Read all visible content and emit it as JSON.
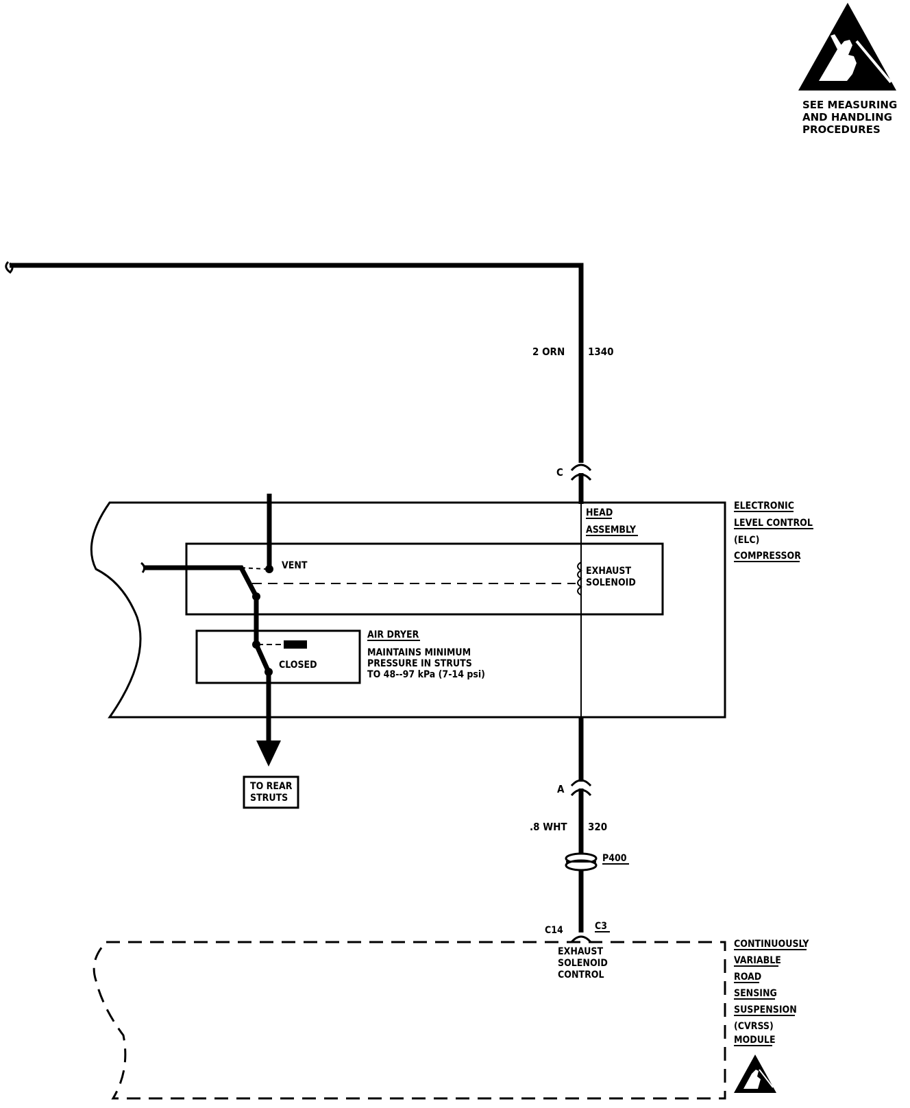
{
  "esd_notice": {
    "caption": [
      "SEE MEASURING",
      "AND HANDLING",
      "PROCEDURES"
    ]
  },
  "wires": {
    "top": {
      "gauge_color": "2 ORN",
      "circuit": "1340"
    },
    "bottom": {
      "gauge_color": ".8 WHT",
      "circuit": "320"
    }
  },
  "connectors": {
    "top": "C",
    "bottom": "A",
    "inline": "P400",
    "module_pin": "C14",
    "module_connector": "C3"
  },
  "elc_compressor": {
    "label": [
      "ELECTRONIC",
      "LEVEL CONTROL",
      "(ELC)",
      "COMPRESSOR"
    ],
    "head_assembly": [
      "HEAD",
      "ASSEMBLY"
    ],
    "vent": "VENT",
    "exhaust_solenoid": [
      "EXHAUST",
      "SOLENOID"
    ],
    "air_dryer": {
      "title": "AIR DRYER",
      "note": [
        "MAINTAINS MINIMUM",
        "PRESSURE IN STRUTS",
        "TO 48--97 kPa (7-14 psi)"
      ],
      "state": "CLOSED"
    }
  },
  "rear_struts": [
    "TO REAR",
    "STRUTS"
  ],
  "cvrss_module": {
    "label": [
      "CONTINUOUSLY",
      "VARIABLE",
      "ROAD",
      "SENSING",
      "SUSPENSION",
      "(CVRSS)",
      "MODULE"
    ],
    "pin_function": [
      "EXHAUST",
      "SOLENOID",
      "CONTROL"
    ]
  },
  "icons": [
    "esd-warning-icon",
    "esd-warning-icon-small"
  ]
}
